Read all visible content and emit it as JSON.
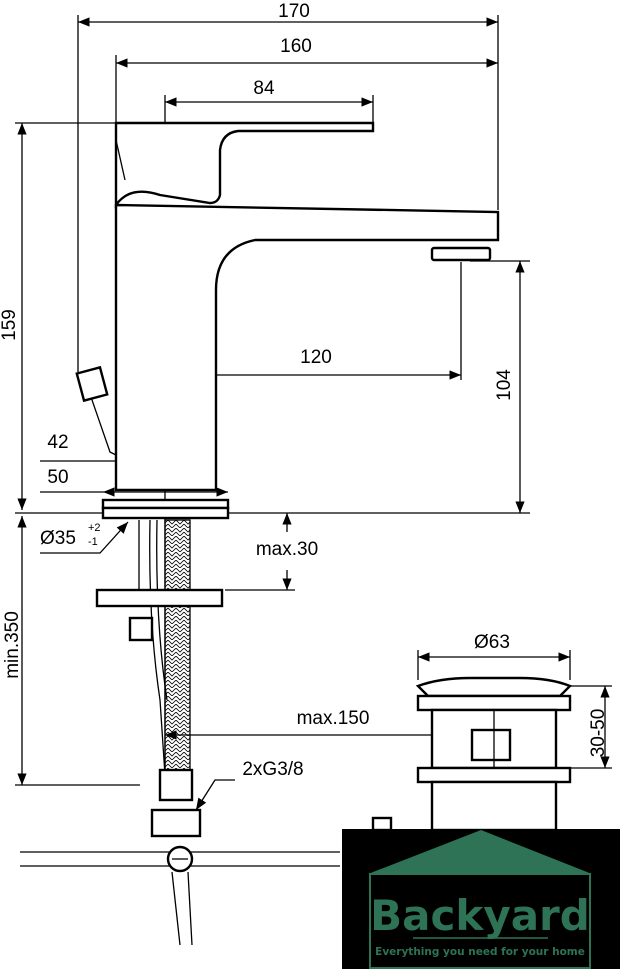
{
  "dimensions": {
    "overall_length": "170",
    "body_length": "160",
    "handle_length": "84",
    "height": "159",
    "projection": "120",
    "spout_height": "104",
    "body_width": "42",
    "base_width": "50",
    "hole_diameter": "Ø35",
    "hole_tol_plus": "+2",
    "hole_tol_minus": "-1",
    "max_deck": "max.30",
    "min_hose": "min.350",
    "max_hose": "max.150",
    "connection": "2xG3/8",
    "waste_diameter": "Ø63",
    "waste_height": "30-50"
  },
  "logo": {
    "name": "Backyard",
    "tagline": "Everything you need for your home",
    "color": "#2e7355"
  }
}
